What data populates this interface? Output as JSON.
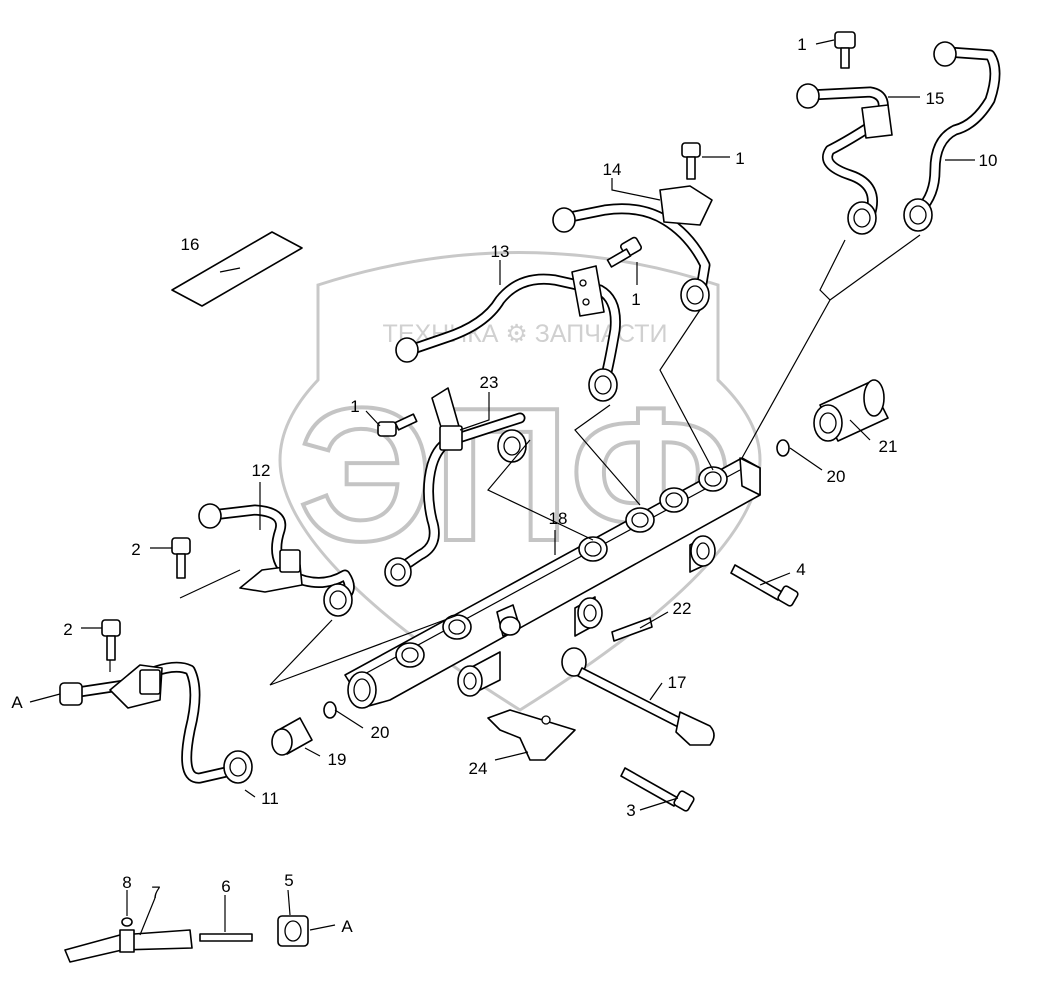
{
  "watermark": {
    "brand_line": "ТЕХНИКА  ⚙  ЗАПЧАСТИ",
    "letters": "ЭПФ"
  },
  "callouts": {
    "c1a": "1",
    "c1b": "1",
    "c1c": "1",
    "c1d": "1",
    "c2a": "2",
    "c2b": "2",
    "c3": "3",
    "c4": "4",
    "c5": "5",
    "c6": "6",
    "c7": "7",
    "c8": "8",
    "c10": "10",
    "c11": "11",
    "c12": "12",
    "c13": "13",
    "c14": "14",
    "c15": "15",
    "c16": "16",
    "c17": "17",
    "c18": "18",
    "c19": "19",
    "c20a": "20",
    "c20b": "20",
    "c21": "21",
    "c22": "22",
    "c23": "23",
    "c24": "24",
    "ref_a1": "A",
    "ref_a2": "A"
  }
}
